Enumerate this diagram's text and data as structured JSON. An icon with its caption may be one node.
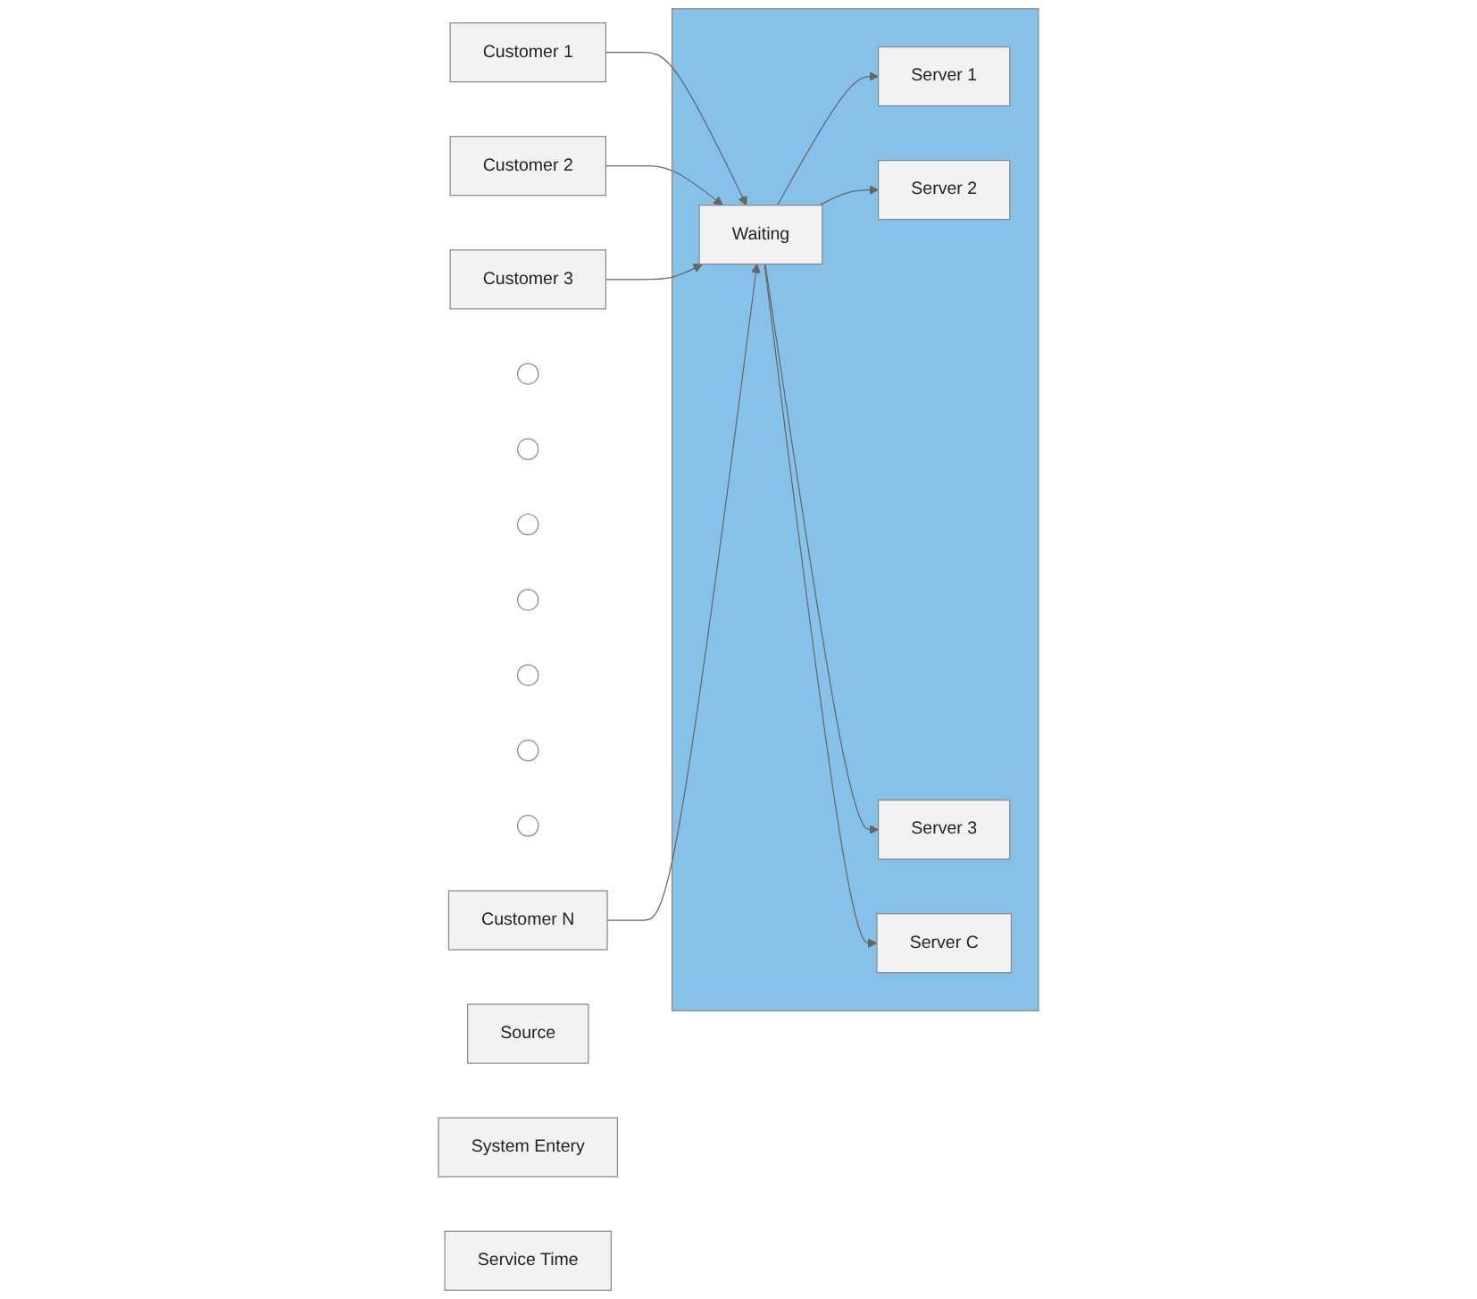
{
  "diagram": {
    "nodes": [
      {
        "text": [
          "Customer 1"
        ]
      },
      {
        "text": [
          "Customer 2"
        ]
      },
      {
        "text": [
          "Customer 3"
        ]
      },
      {
        "text": [],
        "shape": "circle"
      },
      {
        "text": [],
        "shape": "circle"
      },
      {
        "text": [],
        "shape": "circle"
      },
      {
        "text": [],
        "shape": "circle"
      },
      {
        "text": [],
        "shape": "circle"
      },
      {
        "text": [],
        "shape": "circle"
      },
      {
        "text": [],
        "shape": "circle"
      },
      {
        "text": [
          "Customer N"
        ]
      },
      {
        "text": [],
        "shape": "box"
      },
      {
        "text": [
          "Waiting"
        ],
        "in": 11
      },
      {
        "text": [
          "Server 1"
        ],
        "in": 11
      },
      {
        "text": [
          "Server 2"
        ],
        "in": 11
      },
      {
        "text": [
          "Server 3"
        ],
        "in": 11
      },
      {
        "text": [
          "Server C"
        ],
        "in": 11
      },
      {
        "text": [
          "Source"
        ]
      },
      {
        "text": [
          "System Entery"
        ]
      },
      {
        "text": [
          "Service Time"
        ]
      }
    ],
    "edges": [
      {
        "from": 0,
        "to": 12,
        "arrow": "to"
      },
      {
        "from": 1,
        "to": 12,
        "arrow": "to"
      },
      {
        "from": 2,
        "to": 12,
        "arrow": "to"
      },
      {
        "from": 10,
        "to": 12,
        "arrow": "to"
      },
      {
        "from": 12,
        "to": 13,
        "arrow": "to"
      },
      {
        "from": 12,
        "to": 14,
        "arrow": "to"
      },
      {
        "from": 12,
        "to": 15,
        "arrow": "to"
      },
      {
        "from": 12,
        "to": 16,
        "arrow": "to"
      }
    ]
  }
}
